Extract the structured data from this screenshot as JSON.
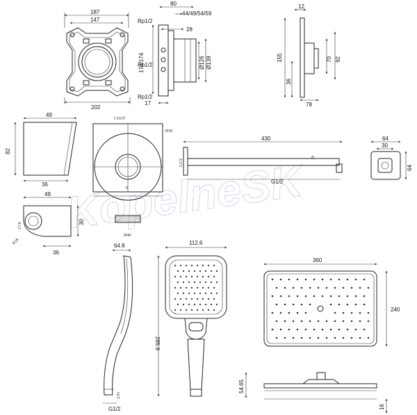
{
  "watermark": "KopelneSK",
  "dims": {
    "valve_body_top": [
      "187",
      "147"
    ],
    "valve_body_bottom": "202",
    "valve_side": [
      "80",
      "44/49/54/59",
      "28",
      "Rp1/2",
      "Rp1/2",
      "Rp1/2",
      "174/174",
      "Ø126",
      "Ø139",
      "17"
    ],
    "trim_plate": [
      "12",
      "155",
      "70",
      "92",
      "78",
      "36"
    ],
    "elbow": [
      "49",
      "82",
      "36"
    ],
    "wall_plate_box": [
      "C16/5°",
      "Ø30",
      "0",
      "Ø40"
    ],
    "shower_arm": [
      "430",
      "18",
      "G1/2",
      "G1/2"
    ],
    "small_outlet": [
      "64",
      "30",
      "64"
    ],
    "holder": [
      "49",
      "17.8",
      "30",
      "R18",
      "36"
    ],
    "hand_shower_side": [
      "64.8",
      "2.91",
      "G1/2"
    ],
    "hand_shower_front": [
      "112.6",
      "285.9"
    ],
    "overhead": [
      "360",
      "240"
    ],
    "overhead_side": [
      "54.65",
      "16"
    ]
  }
}
